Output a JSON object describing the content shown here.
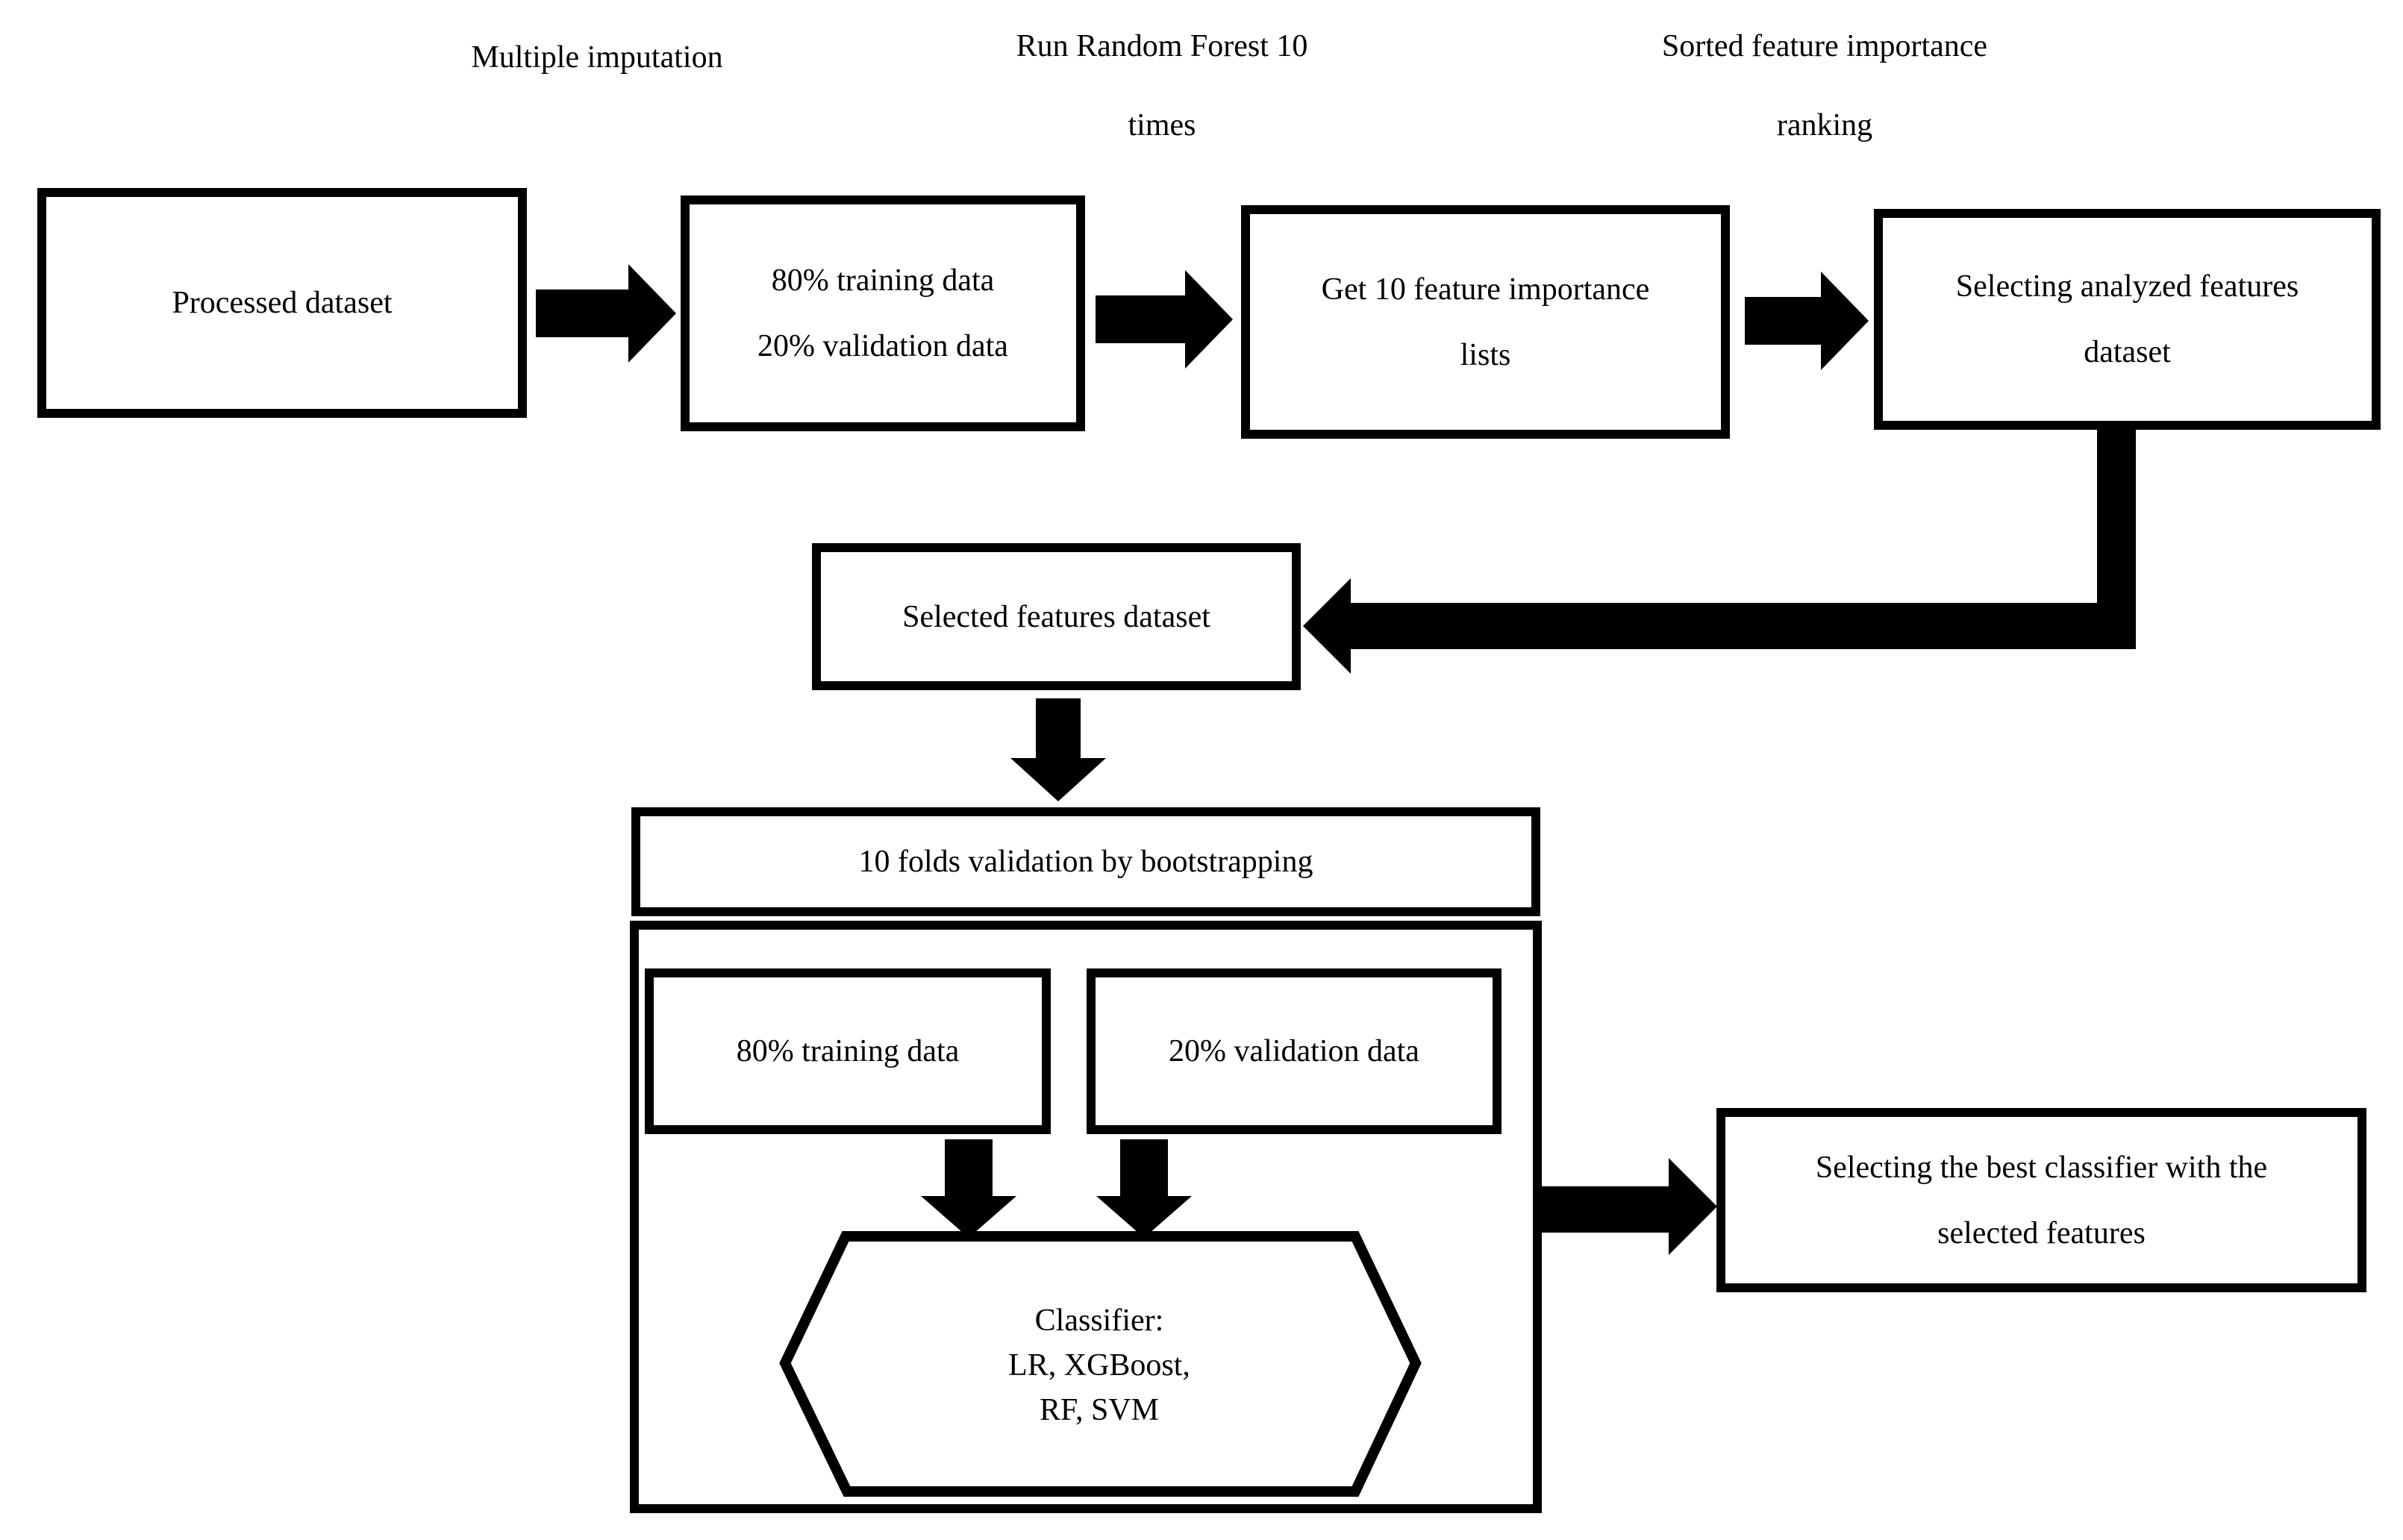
{
  "diagram": {
    "background_color": "#ffffff",
    "stroke_color": "#000000",
    "arrow_labels": {
      "multiple_imputation": "Multiple imputation",
      "run_rf_line1": "Run Random Forest 10",
      "run_rf_line2": "times",
      "sorted_line1": "Sorted feature importance",
      "sorted_line2": "ranking"
    },
    "boxes": {
      "processed_dataset": "Processed dataset",
      "split_line1": "80% training data",
      "split_line2": "20% validation data",
      "importance_line1": "Get 10 feature importance",
      "importance_line2": "lists",
      "selecting_features_line1": "Selecting analyzed features",
      "selecting_features_line2": "dataset",
      "selected_features": "Selected features dataset",
      "folds_validation": "10 folds validation by bootstrapping",
      "training_data": "80% training data",
      "validation_data": "20% validation data",
      "classifier_line1": "Classifier:",
      "classifier_line2": "LR, XGBoost,",
      "classifier_line3": "RF, SVM",
      "best_classifier_line1": "Selecting the best classifier with the",
      "best_classifier_line2": "selected features"
    }
  }
}
